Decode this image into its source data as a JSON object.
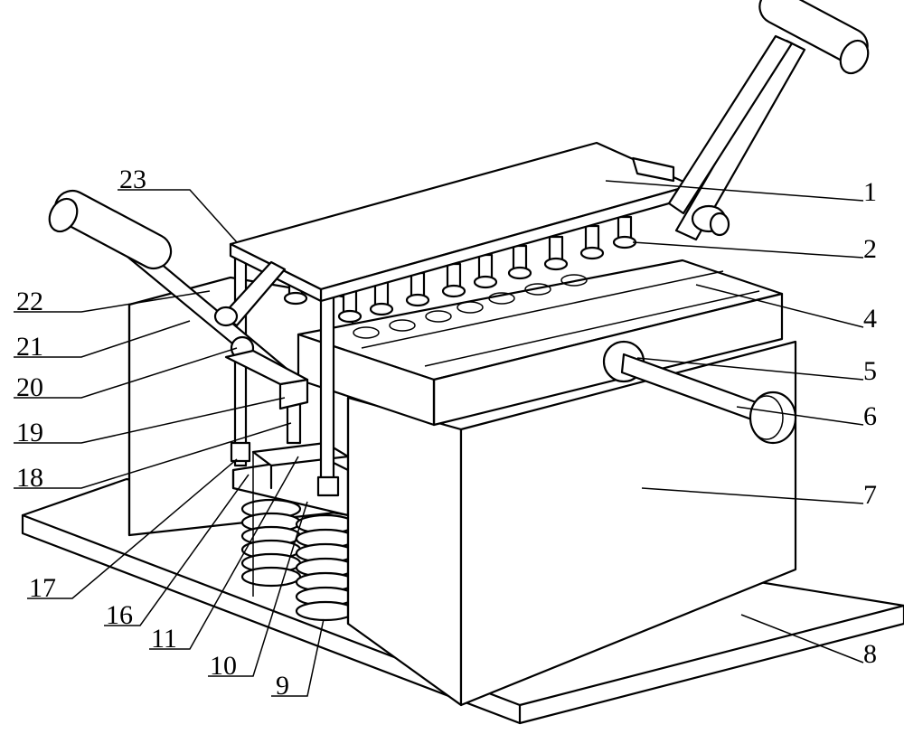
{
  "figure": {
    "labels": [
      {
        "id": "1",
        "text": "1"
      },
      {
        "id": "2",
        "text": "2"
      },
      {
        "id": "4",
        "text": "4"
      },
      {
        "id": "5",
        "text": "5"
      },
      {
        "id": "6",
        "text": "6"
      },
      {
        "id": "7",
        "text": "7"
      },
      {
        "id": "8",
        "text": "8"
      },
      {
        "id": "9",
        "text": "9"
      },
      {
        "id": "10",
        "text": "10"
      },
      {
        "id": "11",
        "text": "11"
      },
      {
        "id": "16",
        "text": "16"
      },
      {
        "id": "17",
        "text": "17"
      },
      {
        "id": "18",
        "text": "18"
      },
      {
        "id": "19",
        "text": "19"
      },
      {
        "id": "20",
        "text": "20"
      },
      {
        "id": "21",
        "text": "21"
      },
      {
        "id": "22",
        "text": "22"
      },
      {
        "id": "23",
        "text": "23"
      }
    ]
  }
}
